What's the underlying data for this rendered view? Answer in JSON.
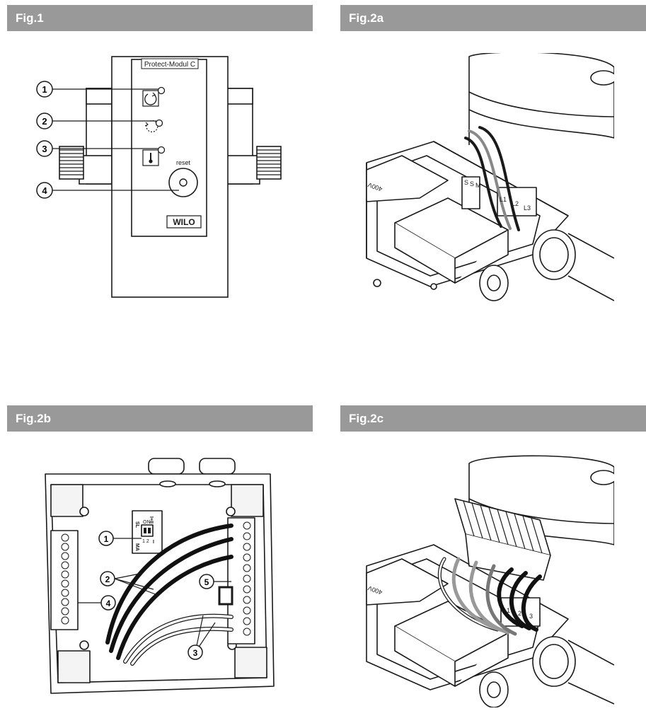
{
  "figures": [
    {
      "header": "Fig.1"
    },
    {
      "header": "Fig.2a"
    },
    {
      "header": "Fig.2b"
    },
    {
      "header": "Fig.2c"
    }
  ],
  "fig1": {
    "module_label": "Protect-Modul C",
    "reset_label": "reset",
    "brand_logo": "WILO",
    "callouts": [
      "1",
      "2",
      "3",
      "4"
    ],
    "icons": [
      "restart-arrow-icon",
      "dashed-restart-icon",
      "thermometer-icon",
      "reset-button"
    ]
  },
  "fig2a": {
    "terminals_left": [
      "S",
      "S",
      "M"
    ],
    "terminals_right": [
      "L1",
      "L2",
      "L3"
    ],
    "cover_label": "400V"
  },
  "fig2b": {
    "callouts": [
      "1",
      "2",
      "3",
      "4",
      "5"
    ],
    "switch_top_left": "SL",
    "switch_top_right": "I+II",
    "switch_on": "ON",
    "switch_numbers": "1 2",
    "switch_bottom_left": "MA",
    "switch_bottom_right": "I"
  },
  "fig2c": {
    "terminals": [
      "1",
      "2",
      "3"
    ],
    "cover_label": "400V"
  }
}
